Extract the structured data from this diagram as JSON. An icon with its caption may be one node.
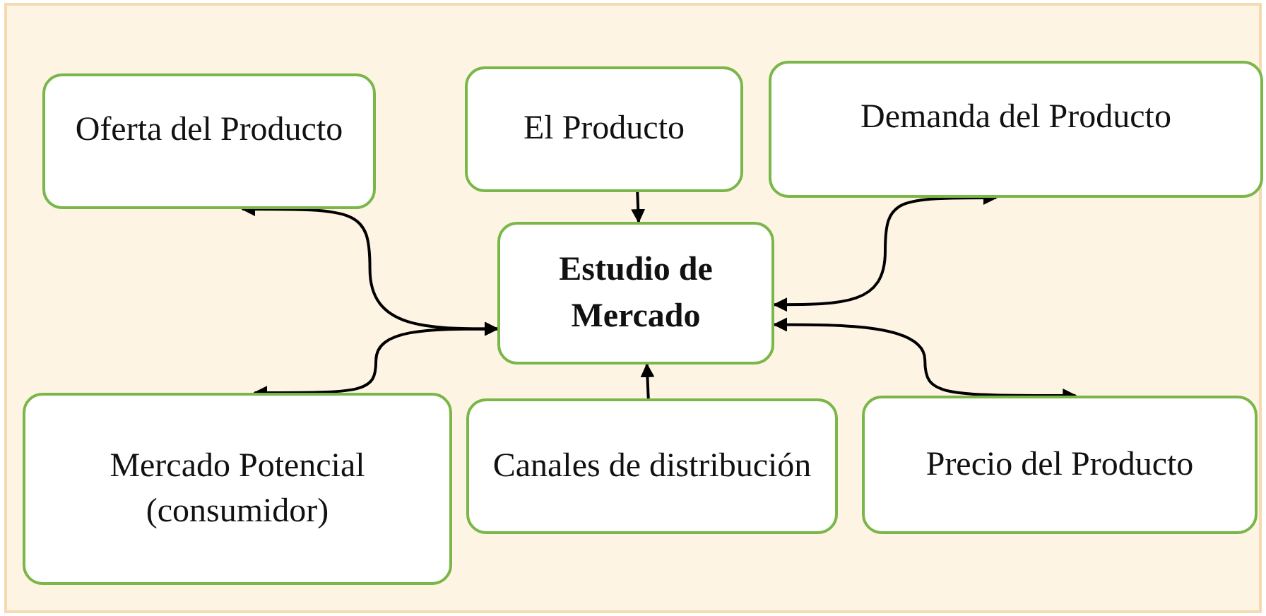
{
  "diagram": {
    "nodes": [
      {
        "text": [
          "Oferta del Producto"
        ]
      },
      {
        "text": [
          "El Producto"
        ]
      },
      {
        "text": [
          "Demanda del Producto"
        ]
      },
      {
        "text": [
          "Estudio de Mercado"
        ]
      },
      {
        "text": [
          "Mercado Potencial (consumidor)"
        ]
      },
      {
        "text": [
          "Canales de distribución"
        ]
      },
      {
        "text": [
          "Precio del Producto"
        ]
      }
    ],
    "edges": [
      {
        "from": 0,
        "to": 3,
        "arrow": "both"
      },
      {
        "from": 1,
        "to": 3,
        "arrow": "to"
      },
      {
        "from": 2,
        "to": 3,
        "arrow": "both"
      },
      {
        "from": 4,
        "to": 3,
        "arrow": "both"
      },
      {
        "from": 5,
        "to": 3,
        "arrow": "to"
      },
      {
        "from": 6,
        "to": 3,
        "arrow": "both"
      }
    ]
  }
}
